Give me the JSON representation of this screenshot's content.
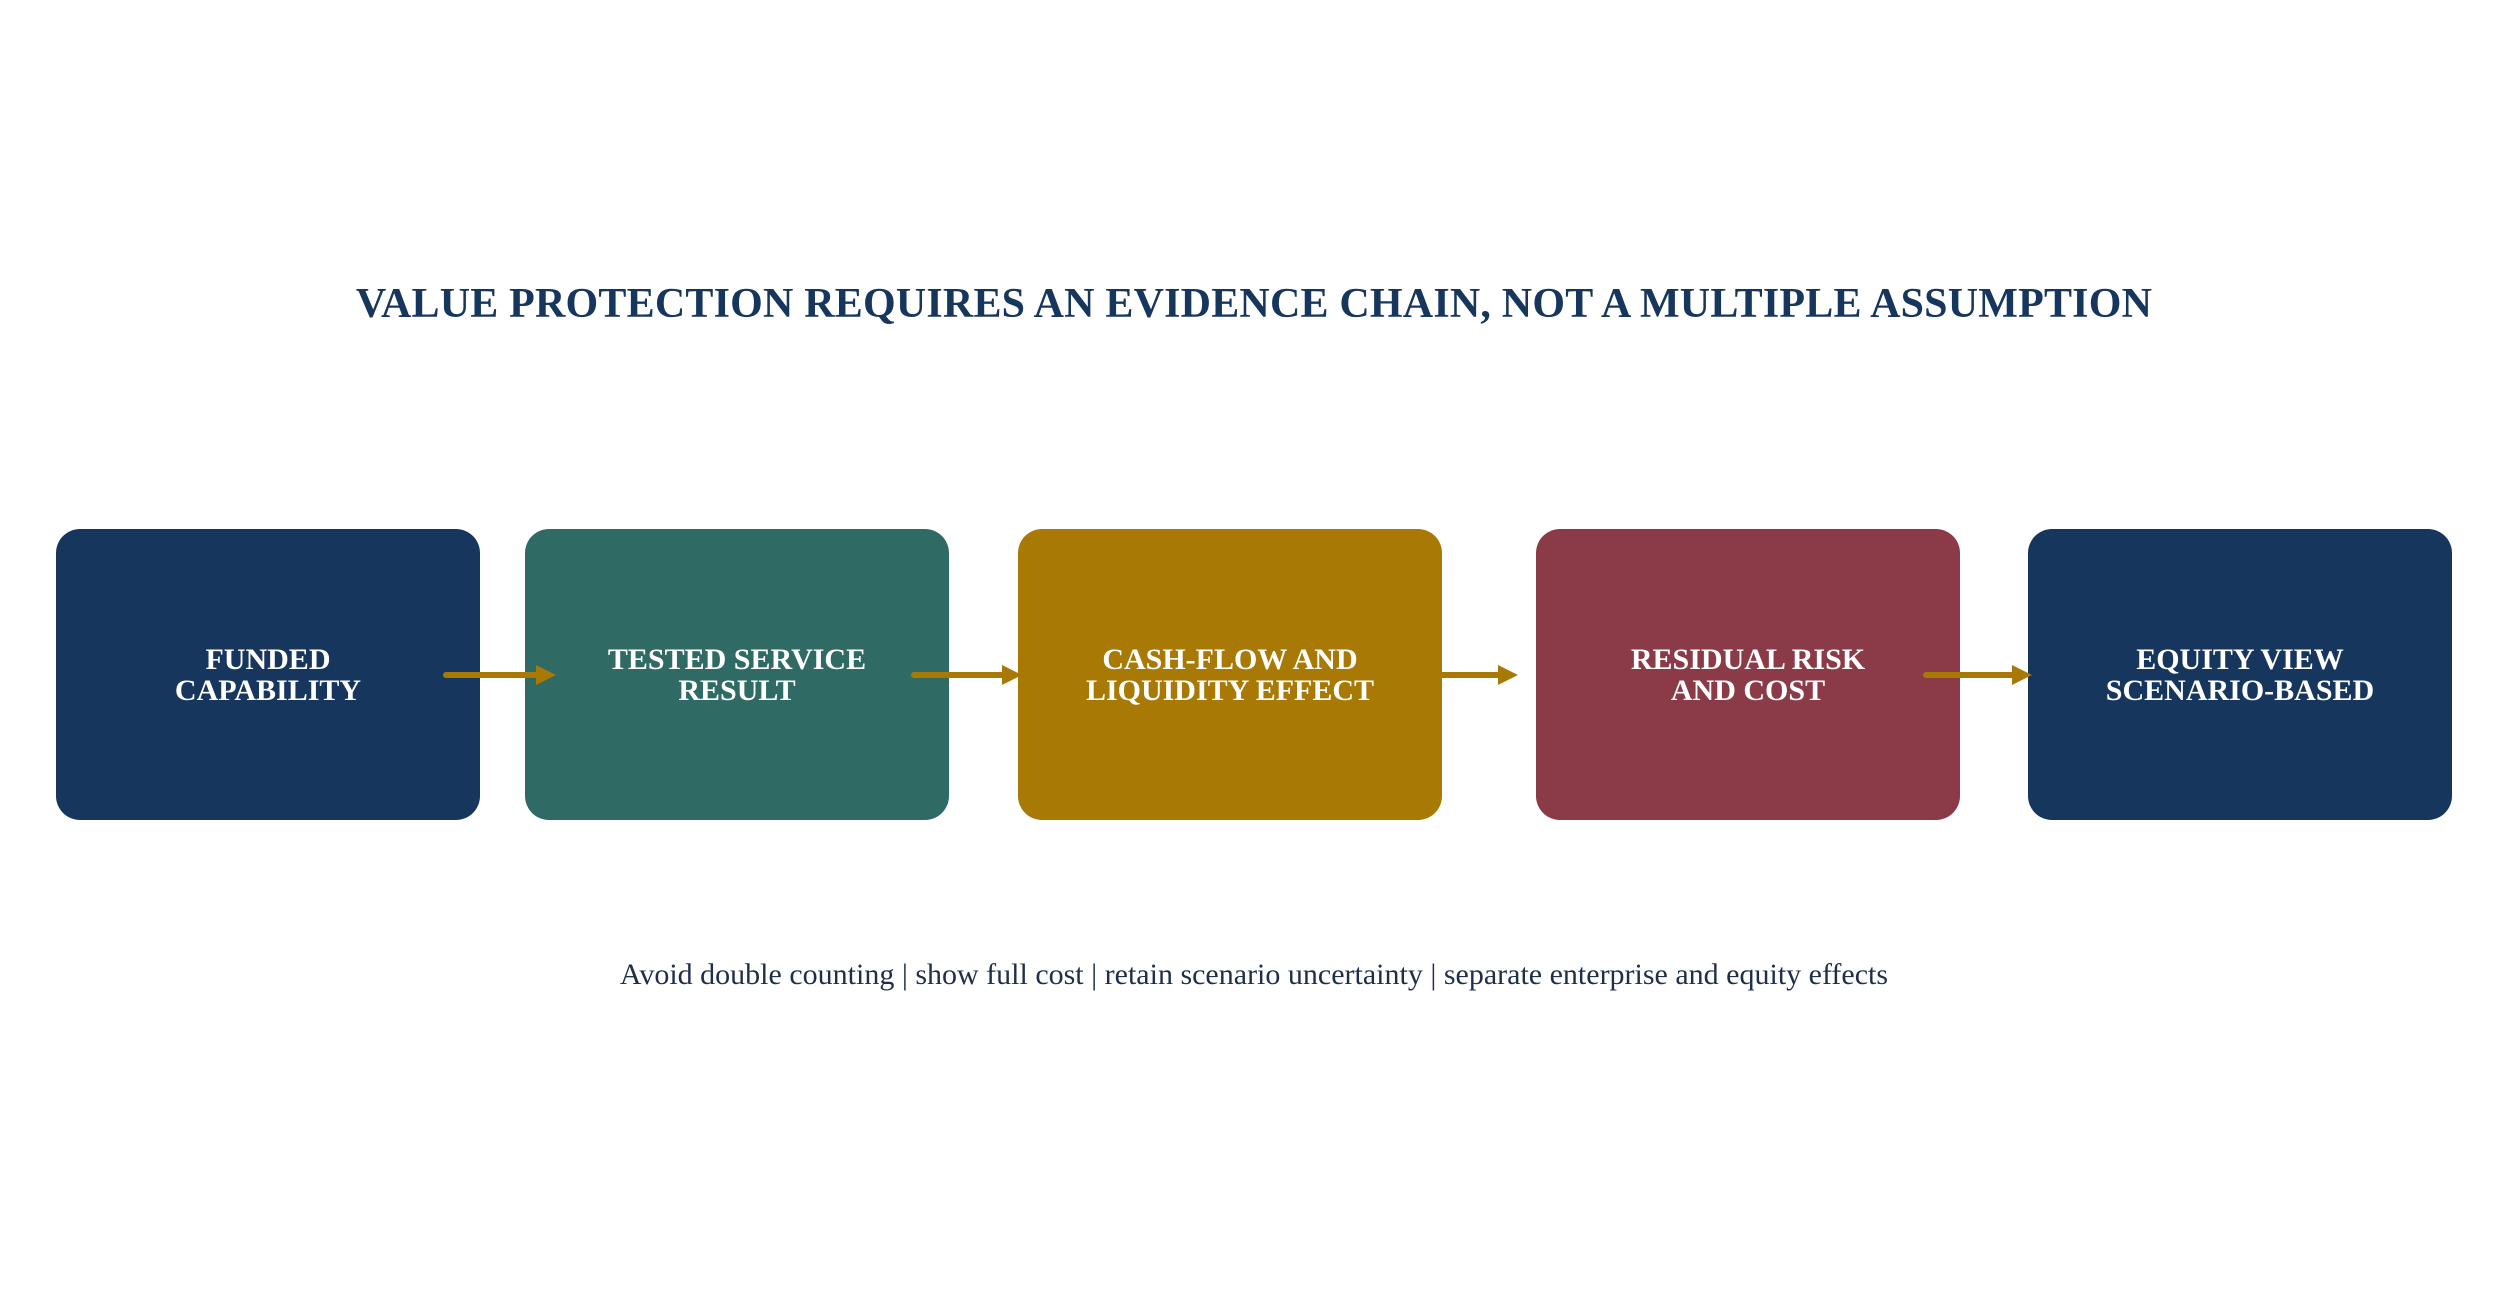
{
  "diagram": {
    "title": "VALUE PROTECTION REQUIRES AN EVIDENCE CHAIN, NOT A MULTIPLE ASSUMPTION",
    "steps": [
      {
        "label": "FUNDED\nCAPABILITY",
        "color": "#17365d"
      },
      {
        "label": "TESTED SERVICE\nRESULT",
        "color": "#2f6b64"
      },
      {
        "label": "CASH-FLOW AND\nLIQUIDITY EFFECT",
        "color": "#a87904"
      },
      {
        "label": "RESIDUAL RISK\nAND COST",
        "color": "#8b3a47"
      },
      {
        "label": "EQUITY VIEW\nSCENARIO-BASED",
        "color": "#17365d"
      }
    ],
    "arrow_color": "#a87904",
    "footer": "Avoid double counting | show full cost | retain scenario uncertainty | separate enterprise and equity effects"
  }
}
